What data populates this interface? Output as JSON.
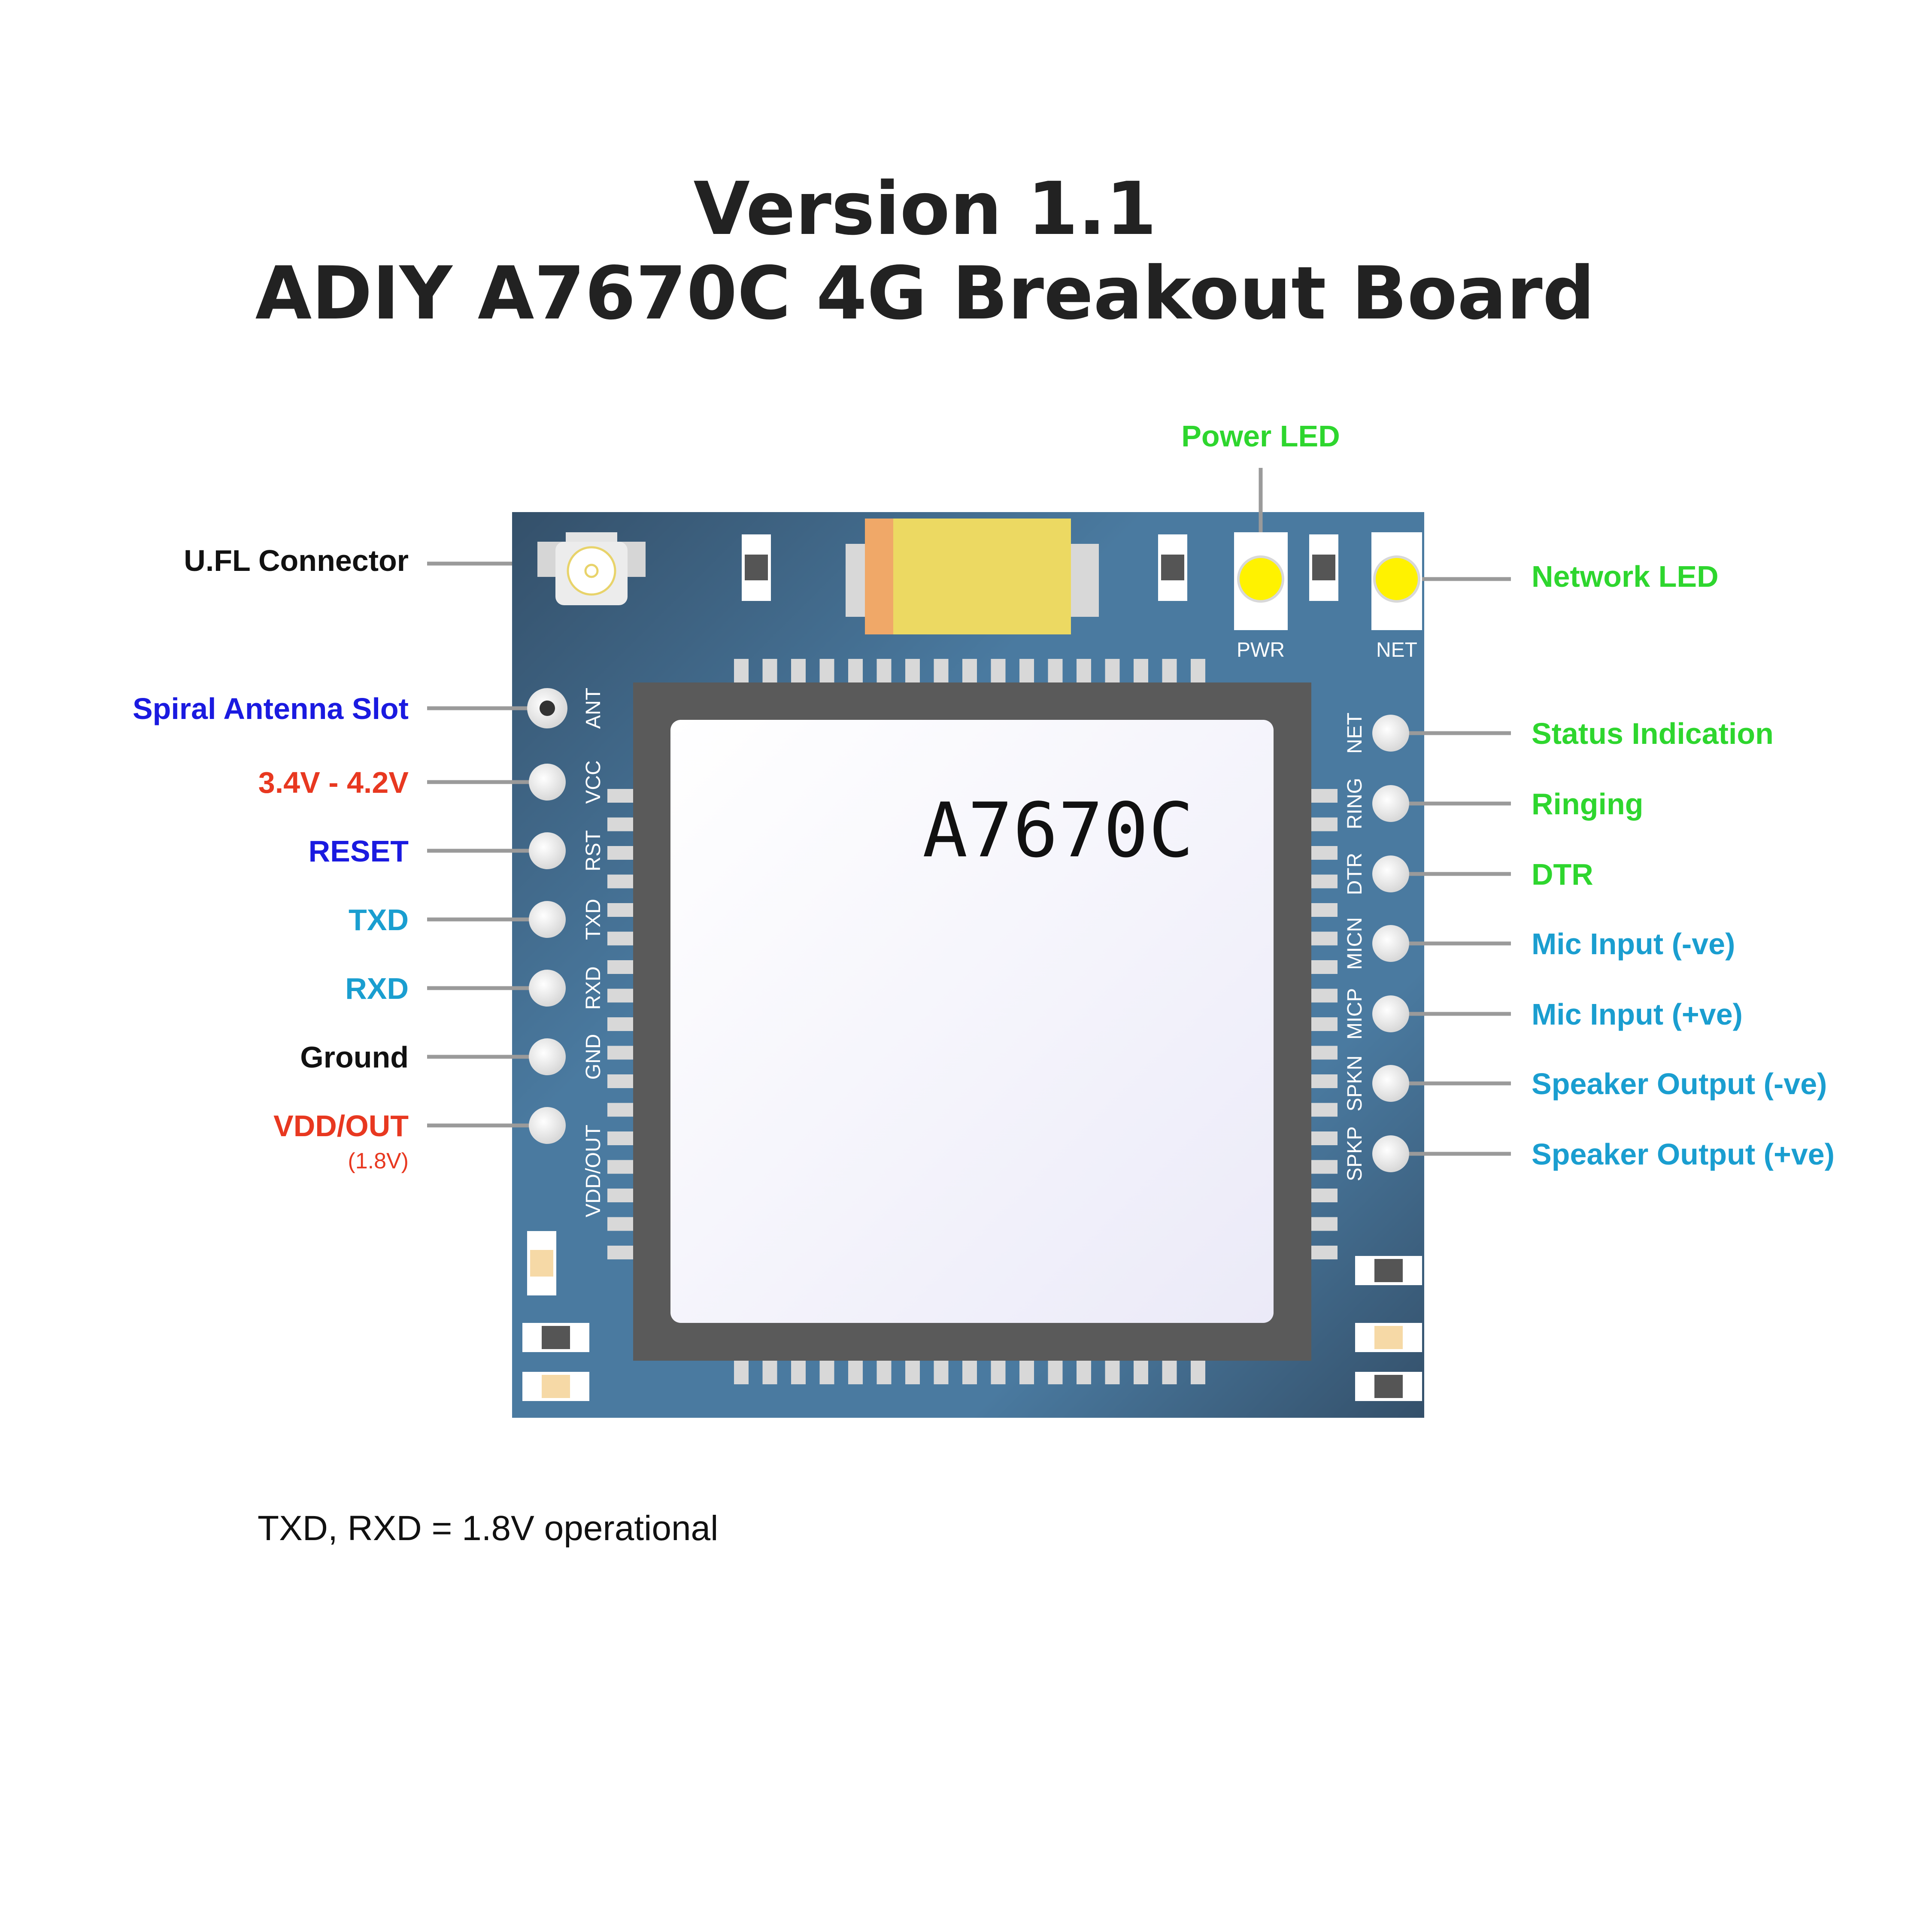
{
  "title": {
    "line1": "Version 1.1",
    "line2": "ADIY A7670C 4G Breakout Board"
  },
  "colors": {
    "green": "#2ed62e",
    "blue": "#1a1ae0",
    "cyan": "#1a9ed0",
    "red": "#e83820",
    "black": "#111111",
    "board": "#3e6a8e"
  },
  "chip": {
    "name": "A7670C"
  },
  "board_labels": {
    "pwr": "PWR",
    "net": "NET"
  },
  "top_labels": {
    "power_led": "Power LED"
  },
  "left_pins": [
    {
      "silk": "ANT",
      "label": "Spiral Antenna Slot",
      "color": "blue"
    },
    {
      "silk": "VCC",
      "label": "3.4V - 4.2V",
      "color": "red"
    },
    {
      "silk": "RST",
      "label": "RESET",
      "color": "blue"
    },
    {
      "silk": "TXD",
      "label": "TXD",
      "color": "cyan"
    },
    {
      "silk": "RXD",
      "label": "RXD",
      "color": "cyan"
    },
    {
      "silk": "GND",
      "label": "Ground",
      "color": "black"
    },
    {
      "silk": "VDD/OUT",
      "label": "VDD/OUT",
      "sublabel": "(1.8V)",
      "color": "red"
    }
  ],
  "left_extra": {
    "ufl": "U.FL Connector"
  },
  "right_pins": [
    {
      "silk": "NET",
      "label": "Status Indication",
      "color": "green"
    },
    {
      "silk": "RING",
      "label": "Ringing",
      "color": "green"
    },
    {
      "silk": "DTR",
      "label": "DTR",
      "color": "green"
    },
    {
      "silk": "MICN",
      "label": "Mic Input (-ve)",
      "color": "cyan"
    },
    {
      "silk": "MICP",
      "label": "Mic Input (+ve)",
      "color": "cyan"
    },
    {
      "silk": "SPKN",
      "label": "Speaker Output (-ve)",
      "color": "cyan"
    },
    {
      "silk": "SPKP",
      "label": "Speaker Output (+ve)",
      "color": "cyan"
    }
  ],
  "right_extra": {
    "network_led": "Network LED"
  },
  "footnote": "TXD, RXD = 1.8V operational"
}
